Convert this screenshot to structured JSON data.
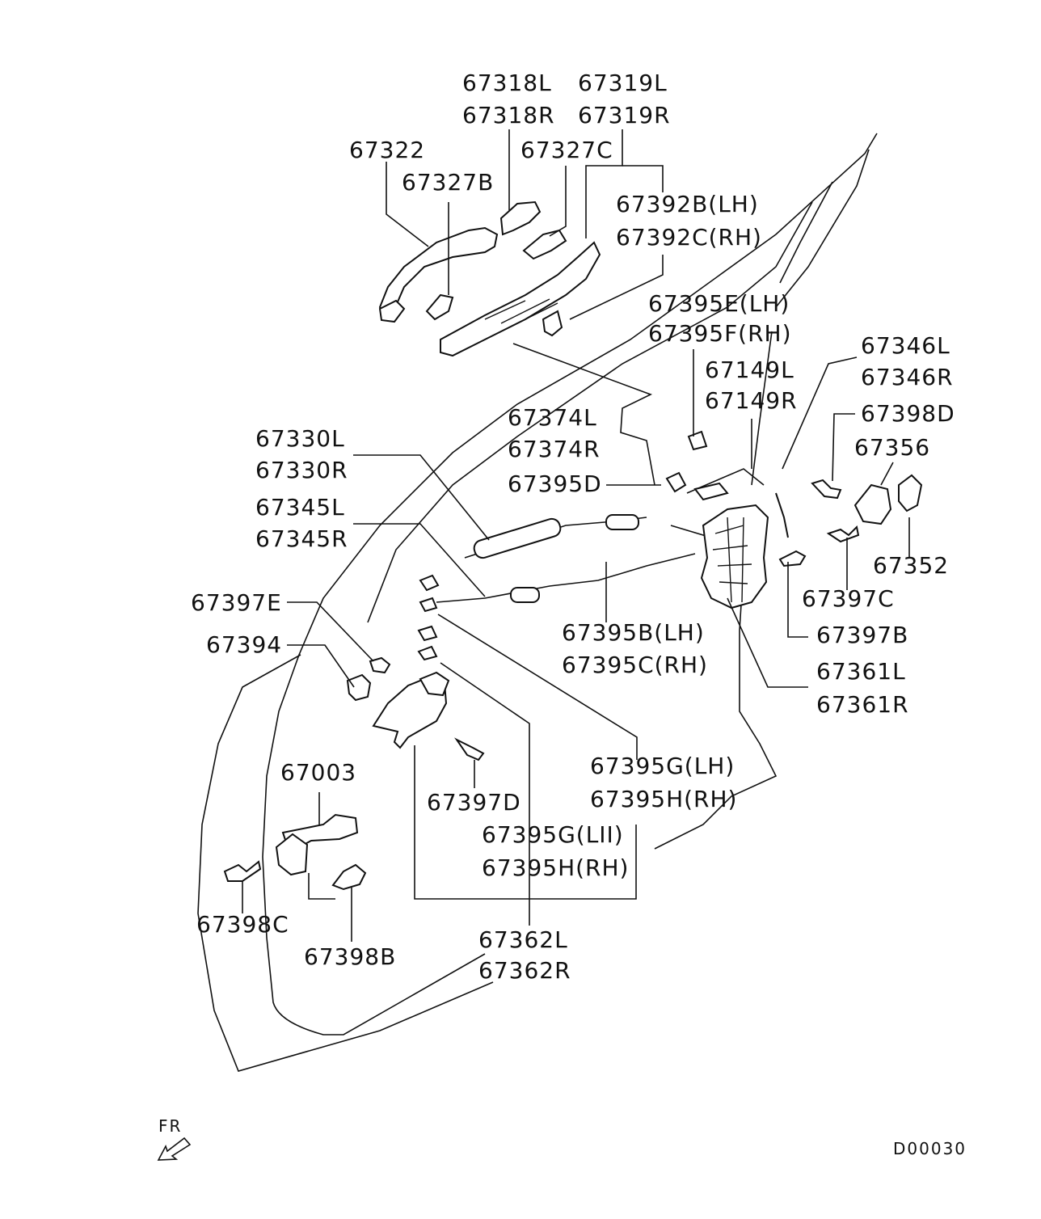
{
  "labels": {
    "p67318L": "67318L",
    "p67318R": "67318R",
    "p67319L": "67319L",
    "p67319R": "67319R",
    "p67322": "67322",
    "p67327C": "67327C",
    "p67327B": "67327B",
    "p67392B": "67392B(LH)",
    "p67392C": "67392C(RH)",
    "p67395E": "67395E(LH)",
    "p67395F": "67395F(RH)",
    "p67346L": "67346L",
    "p67346R": "67346R",
    "p67149L": "67149L",
    "p67149R": "67149R",
    "p67398D": "67398D",
    "p67374L": "67374L",
    "p67374R": "67374R",
    "p67356": "67356",
    "p67330L": "67330L",
    "p67330R": "67330R",
    "p67395D": "67395D",
    "p67345L": "67345L",
    "p67345R": "67345R",
    "p67352": "67352",
    "p67397C": "67397C",
    "p67397E": "67397E",
    "p67394": "67394",
    "p67395B": "67395B(LH)",
    "p67395C": "67395C(RH)",
    "p67397B": "67397B",
    "p67361L": "67361L",
    "p67361R": "67361R",
    "p67003": "67003",
    "p67395G_1": "67395G(LH)",
    "p67395H_1": "67395H(RH)",
    "p67397D": "67397D",
    "p67395G_2": "67395G(LII)",
    "p67395H_2": "67395H(RH)",
    "p67398C": "67398C",
    "p67398B": "67398B",
    "p67362L": "67362L",
    "p67362R": "67362R"
  },
  "footer": {
    "direction": "FR",
    "diagram_code": "D00030"
  }
}
